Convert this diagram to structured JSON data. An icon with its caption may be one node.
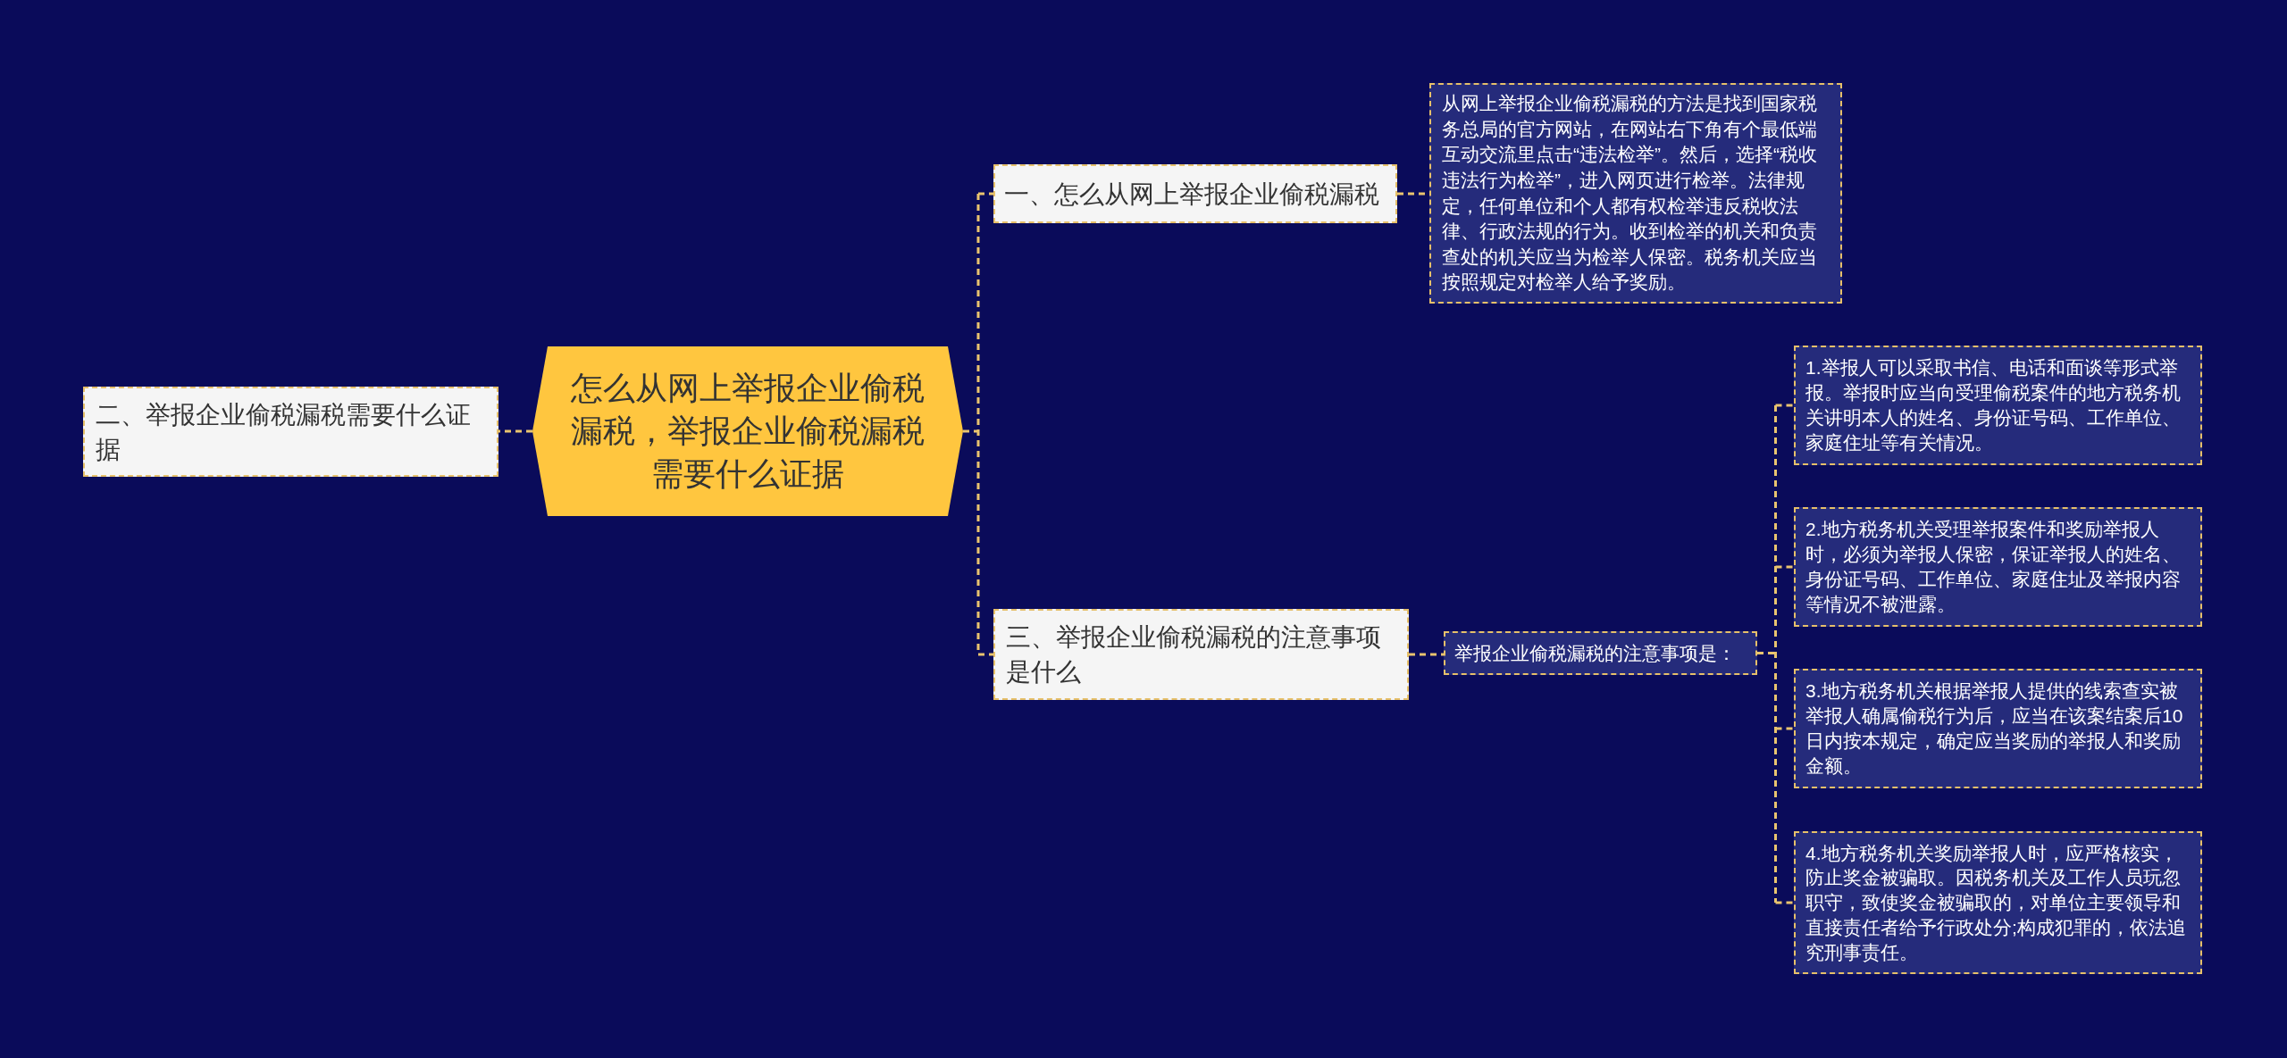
{
  "diagram": {
    "nodes": [
      {
        "text": [
          "怎么从网上举报企业偷税漏税，举报企业偷税漏税需要什么证据"
        ]
      },
      {
        "text": [
          "二、举报企业偷税漏税需要什么证据"
        ]
      },
      {
        "text": [
          "一、怎么从网上举报企业偷税漏税"
        ]
      },
      {
        "text": [
          "从网上举报企业偷税漏税的方法是找到国家税务总局的官方网站，在网站右下角有个最低端互动交流里点击“违法检举”。然后，选择“税收违法行为检举”，进入网页进行检举。法律规定，任何单位和个人都有权检举违反税收法律、行政法规的行为。收到检举的机关和负责查处的机关应当为检举人保密。税务机关应当按照规定对检举人给予奖励。"
        ]
      },
      {
        "text": [
          "三、举报企业偷税漏税的注意事项是什么"
        ]
      },
      {
        "text": [
          "举报企业偷税漏税的注意事项是："
        ]
      },
      {
        "text": [
          "1.举报人可以采取书信、电话和面谈等形式举报。举报时应当向受理偷税案件的地方税务机关讲明本人的姓名、身份证号码、工作单位、家庭住址等有关情况。"
        ]
      },
      {
        "text": [
          "2.地方税务机关受理举报案件和奖励举报人时，必须为举报人保密，保证举报人的姓名、身份证号码、工作单位、家庭住址及举报内容等情况不被泄露。"
        ]
      },
      {
        "text": [
          "3.地方税务机关根据举报人提供的线索查实被举报人确属偷税行为后，应当在该案结案后10日内按本规定，确定应当奖励的举报人和奖励金额。"
        ]
      },
      {
        "text": [
          "4.地方税务机关奖励举报人时，应严格核实，防止奖金被骗取。因税务机关及工作人员玩忽职守，致使奖金被骗取的，对单位主要领导和直接责任者给予行政处分;构成犯罪的，依法追究刑事责任。"
        ]
      }
    ],
    "edges": [
      {
        "from": 0,
        "to": 1,
        "arrow": "none",
        "style": "dashed"
      },
      {
        "from": 0,
        "to": 2,
        "arrow": "none",
        "style": "dashed"
      },
      {
        "from": 0,
        "to": 4,
        "arrow": "none",
        "style": "dashed"
      },
      {
        "from": 2,
        "to": 3,
        "arrow": "none",
        "style": "dashed"
      },
      {
        "from": 4,
        "to": 5,
        "arrow": "none",
        "style": "dashed"
      },
      {
        "from": 5,
        "to": 6,
        "arrow": "none",
        "style": "dashed"
      },
      {
        "from": 5,
        "to": 7,
        "arrow": "none",
        "style": "dashed"
      },
      {
        "from": 5,
        "to": 8,
        "arrow": "none",
        "style": "dashed"
      },
      {
        "from": 5,
        "to": 9,
        "arrow": "none",
        "style": "dashed"
      }
    ]
  }
}
